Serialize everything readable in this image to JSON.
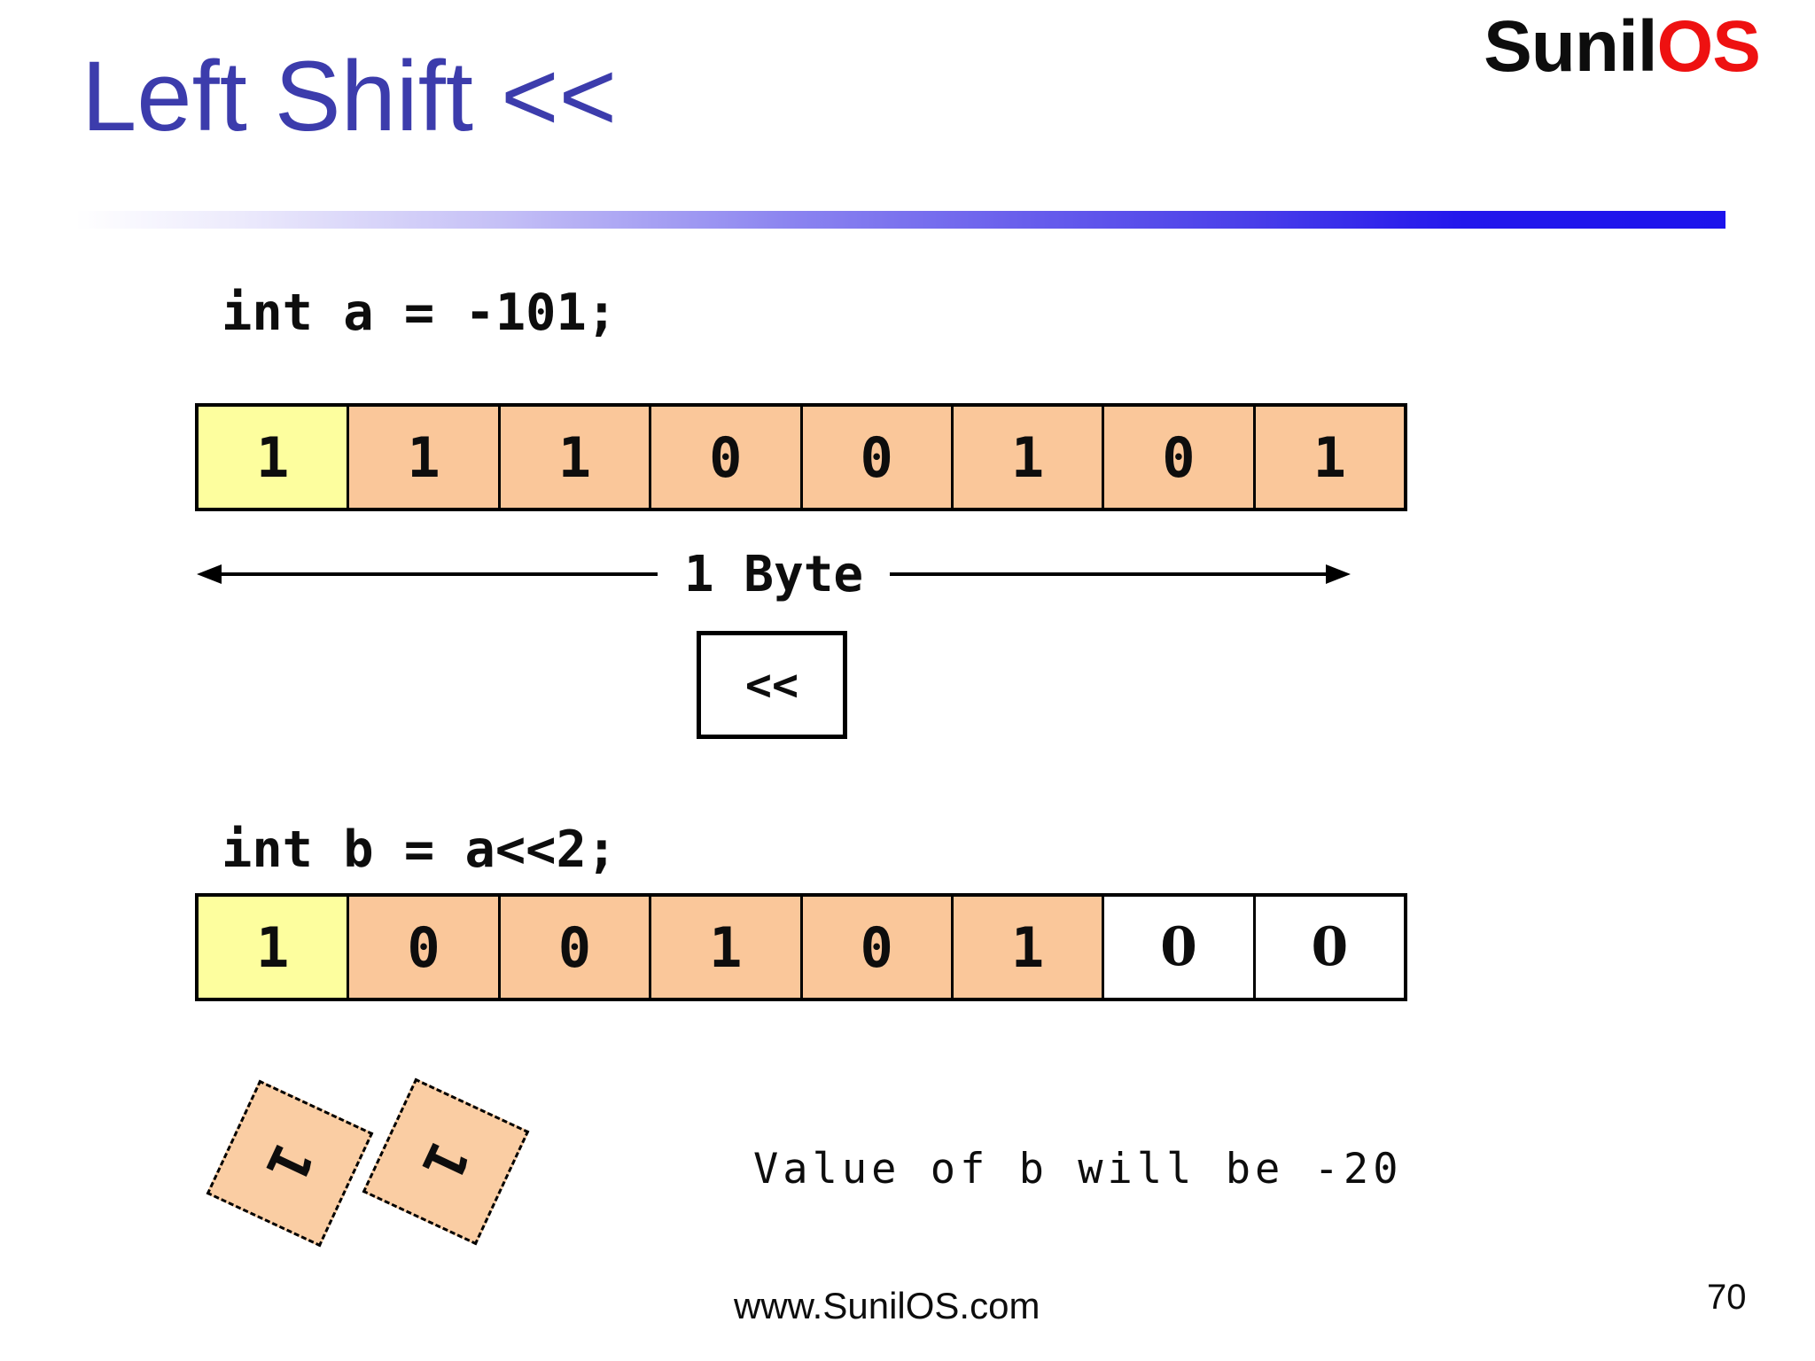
{
  "title": "Left Shift <<",
  "logo": {
    "black": "Sunil",
    "red": "OS"
  },
  "code_a": "int a = -101;",
  "byte_label": "1 Byte",
  "shift_op": "<<",
  "code_b": "int b = a<<2;",
  "rows": [
    {
      "name": "byte-row-a",
      "bits": [
        "1",
        "1",
        "1",
        "0",
        "0",
        "1",
        "0",
        "1"
      ],
      "fills": [
        "yellow",
        "orange",
        "orange",
        "orange",
        "orange",
        "orange",
        "orange",
        "orange"
      ],
      "styles": [
        "mono",
        "mono",
        "mono",
        "mono",
        "mono",
        "mono",
        "mono",
        "mono"
      ]
    },
    {
      "name": "byte-row-b",
      "bits": [
        "1",
        "0",
        "0",
        "1",
        "0",
        "1",
        "0",
        "0"
      ],
      "fills": [
        "yellow",
        "orange",
        "orange",
        "orange",
        "orange",
        "orange",
        "white",
        "white"
      ],
      "styles": [
        "mono",
        "mono",
        "mono",
        "mono",
        "mono",
        "mono",
        "serif",
        "serif"
      ]
    }
  ],
  "shifted_out_bits": [
    "1",
    "1"
  ],
  "result_text": "Value of b will be -20",
  "footer": {
    "website": "www.SunilOS.com",
    "page_number": "70"
  },
  "colors": {
    "title_blue": "#3C3CAC",
    "logo_red": "#EE1111",
    "bar_blue": "#1C13EC",
    "cell_yellow": "#FDFE9E",
    "cell_orange": "#FAC79A",
    "cell_white": "#FFFFFF",
    "diamond_fill": "#FACDA3"
  }
}
